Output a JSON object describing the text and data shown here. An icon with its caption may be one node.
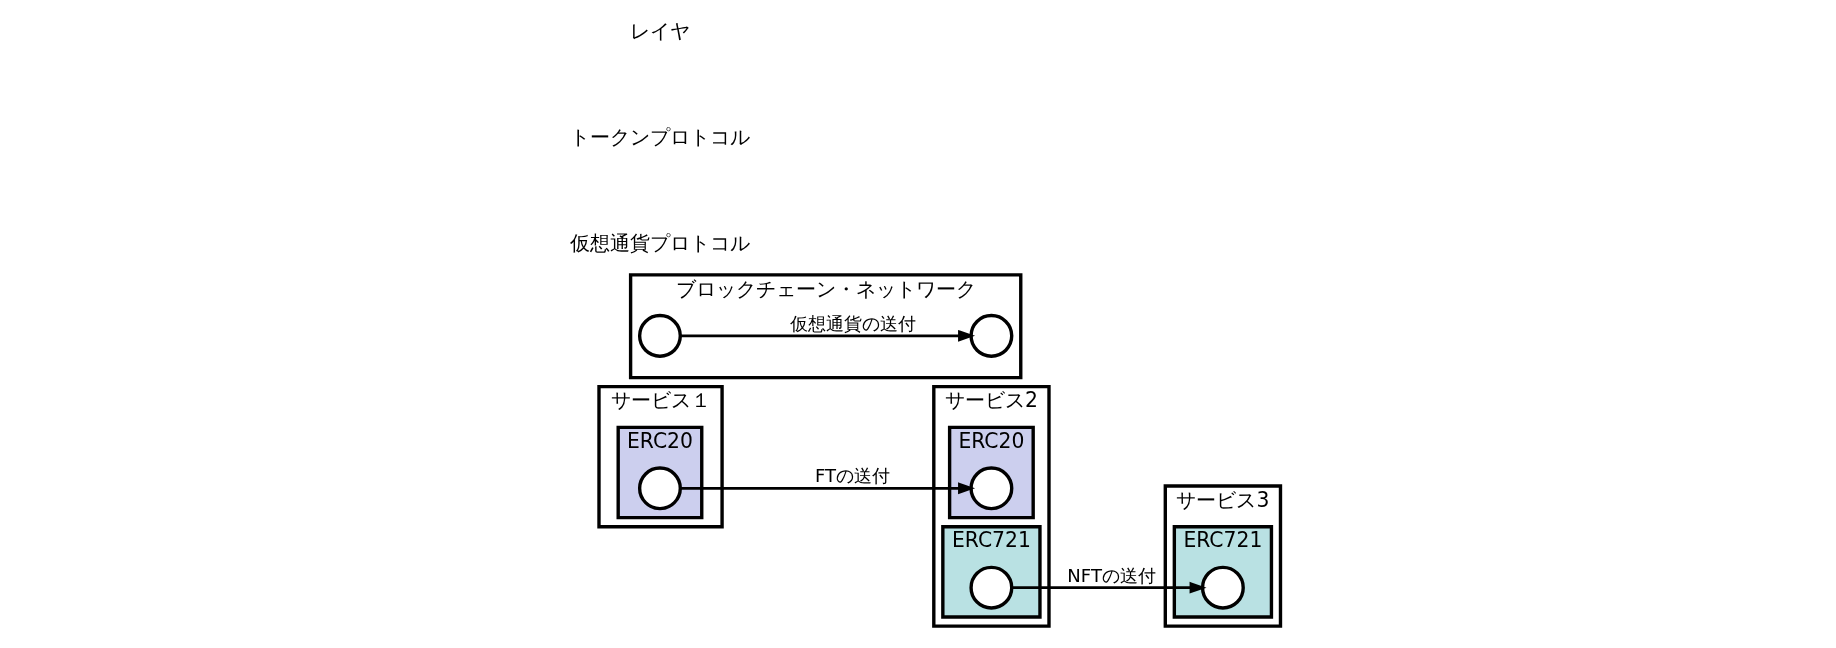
{
  "diagram": {
    "nodes": [
      {
        "text": [
          "サービス１"
        ]
      },
      {
        "text": [
          "ERC20"
        ],
        "in": 0
      },
      {
        "text": [],
        "shape": "circle",
        "in": 1
      },
      {
        "text": [
          "サービス2"
        ]
      },
      {
        "text": [
          "ERC20"
        ],
        "in": 3
      },
      {
        "text": [],
        "shape": "circle",
        "in": 4
      },
      {
        "text": [
          "ERC721"
        ],
        "in": 3
      },
      {
        "text": [],
        "shape": "circle",
        "in": 6
      },
      {
        "text": [
          "サービス3"
        ]
      },
      {
        "text": [
          "ERC721"
        ],
        "in": 8
      },
      {
        "text": [],
        "shape": "circle",
        "in": 9
      },
      {
        "text": [
          "ブロックチェーン・ネットワーク"
        ]
      },
      {
        "text": [],
        "shape": "circle",
        "in": 11
      },
      {
        "text": [],
        "shape": "circle",
        "in": 11
      }
    ],
    "edges": [
      {
        "from": 2,
        "to": 5,
        "arrow": "to",
        "label": "FTの送付"
      },
      {
        "from": 7,
        "to": 10,
        "arrow": "to",
        "label": "NFTの送付"
      },
      {
        "from": 12,
        "to": 13,
        "arrow": "to",
        "label": "仮想通貨の送付"
      }
    ],
    "labels": [
      "レイヤ",
      "トークンプロトコル",
      "仮想通貨プロトコル"
    ]
  }
}
